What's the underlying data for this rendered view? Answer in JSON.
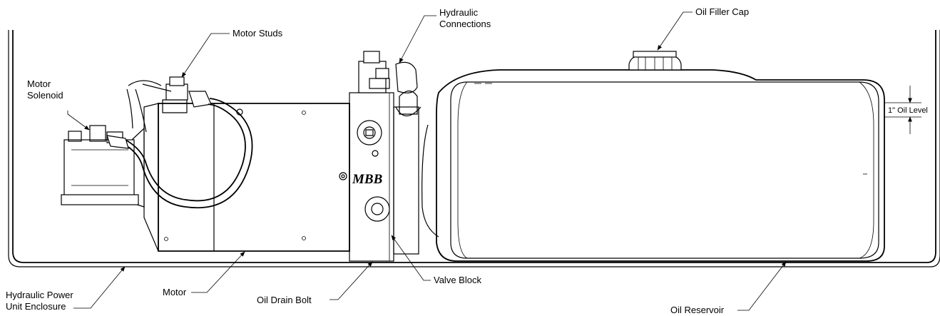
{
  "labels": {
    "motor_solenoid_line1": "Motor",
    "motor_solenoid_line2": "Solenoid",
    "motor_studs": "Motor Studs",
    "hydraulic_connections_line1": "Hydraulic",
    "hydraulic_connections_line2": "Connections",
    "oil_filler_cap": "Oil Filler Cap",
    "oil_level": "1\" Oil Level",
    "enclosure_line1": "Hydraulic Power",
    "enclosure_line2": "Unit Enclosure",
    "motor": "Motor",
    "oil_drain_bolt": "Oil Drain Bolt",
    "valve_block": "Valve Block",
    "oil_reservoir": "Oil Reservoir"
  },
  "logo_text": "MBB"
}
